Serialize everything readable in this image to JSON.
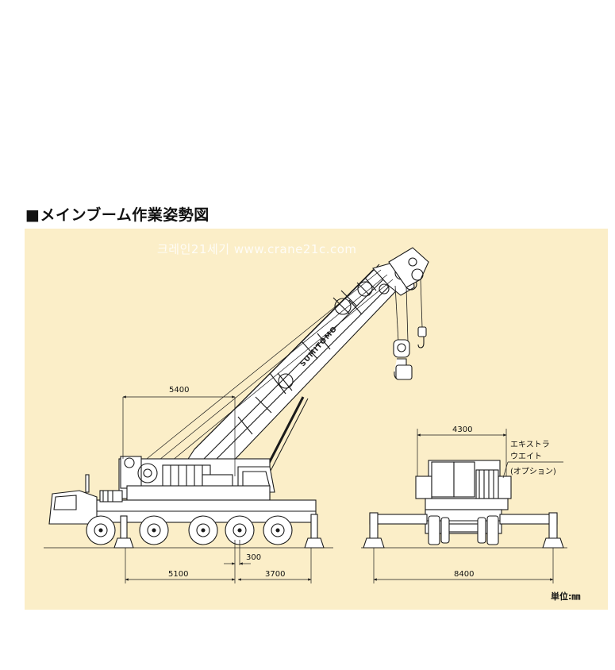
{
  "heading": "■メインブーム作業姿勢図",
  "watermark": "크레인21세기  www.crane21c.com",
  "brand": "SUMITOMO",
  "side_view": {
    "dim_top": "5400",
    "dim_bottom_left": "5100",
    "dim_bottom_offset": "300",
    "dim_bottom_right": "3700"
  },
  "rear_view": {
    "dim_top": "4300",
    "dim_bottom": "8400",
    "note_line1": "エキストラ",
    "note_line2": "ウエイト",
    "note_line3": "(オプション)"
  },
  "unit_label": "単位:㎜",
  "colors": {
    "panel_background": "#fbeec8",
    "line": "#1a1a1a",
    "body": "#ffffff"
  }
}
